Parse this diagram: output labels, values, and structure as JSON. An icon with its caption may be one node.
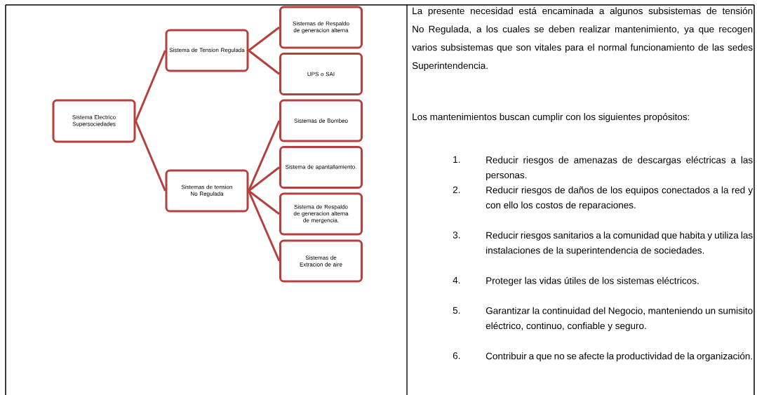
{
  "diagram": {
    "nodes": [
      {
        "text": [
          "Sistema Electrico Supersociedades"
        ]
      },
      {
        "text": [
          "Sistema de Tension Regulada"
        ]
      },
      {
        "text": [
          "Sistemas de tension No Regulada"
        ]
      },
      {
        "text": [
          "Sistemas de Respaldo de generacion alterna"
        ]
      },
      {
        "text": [
          "UPS o SAI"
        ]
      },
      {
        "text": [
          "Sistemas de Bombeo"
        ]
      },
      {
        "text": [
          "Sistema de apantallamiento."
        ]
      },
      {
        "text": [
          "Sistema de Respaldo de generacion alterna de mergencia."
        ]
      },
      {
        "text": [
          "Sistemas de Extracion de aire"
        ]
      }
    ],
    "edges": [
      {
        "from": 0,
        "to": 1,
        "arrow": "none"
      },
      {
        "from": 0,
        "to": 2,
        "arrow": "none"
      },
      {
        "from": 1,
        "to": 3,
        "arrow": "none"
      },
      {
        "from": 1,
        "to": 4,
        "arrow": "none"
      },
      {
        "from": 2,
        "to": 5,
        "arrow": "none"
      },
      {
        "from": 2,
        "to": 6,
        "arrow": "none"
      },
      {
        "from": 2,
        "to": 7,
        "arrow": "none"
      },
      {
        "from": 2,
        "to": 8,
        "arrow": "none"
      }
    ],
    "labels": [
      "La presente necesidad está encaminada a algunos subsistemas de tensión No Regulada, a los cuales se deben realizar mantenimiento, ya que recogen varios subsistemas que son vitales para el normal funcionamiento de las sedes Superintendencia.",
      "Los mantenimientos buscan cumplir con los siguientes propósitos:",
      "1.",
      "Reducir riesgos de amenazas de descargas eléctricas a las personas.",
      "2.",
      "Reducir riesgos de daños de los equipos conectados a la red y con ello los costos de reparaciones.",
      "3.",
      "Reducir riesgos sanitarios a la comunidad que habita y utiliza las instalaciones de la superintendencia de sociedades.",
      "4.",
      "Proteger las vidas útiles de los sistemas eléctricos.",
      "5.",
      "Garantizar la continuidad del Negocio, manteniendo un sumisito eléctrico, continuo, confiable y seguro.",
      "6.",
      "Contribuir a que no se afecte la productividad de la organización."
    ]
  }
}
